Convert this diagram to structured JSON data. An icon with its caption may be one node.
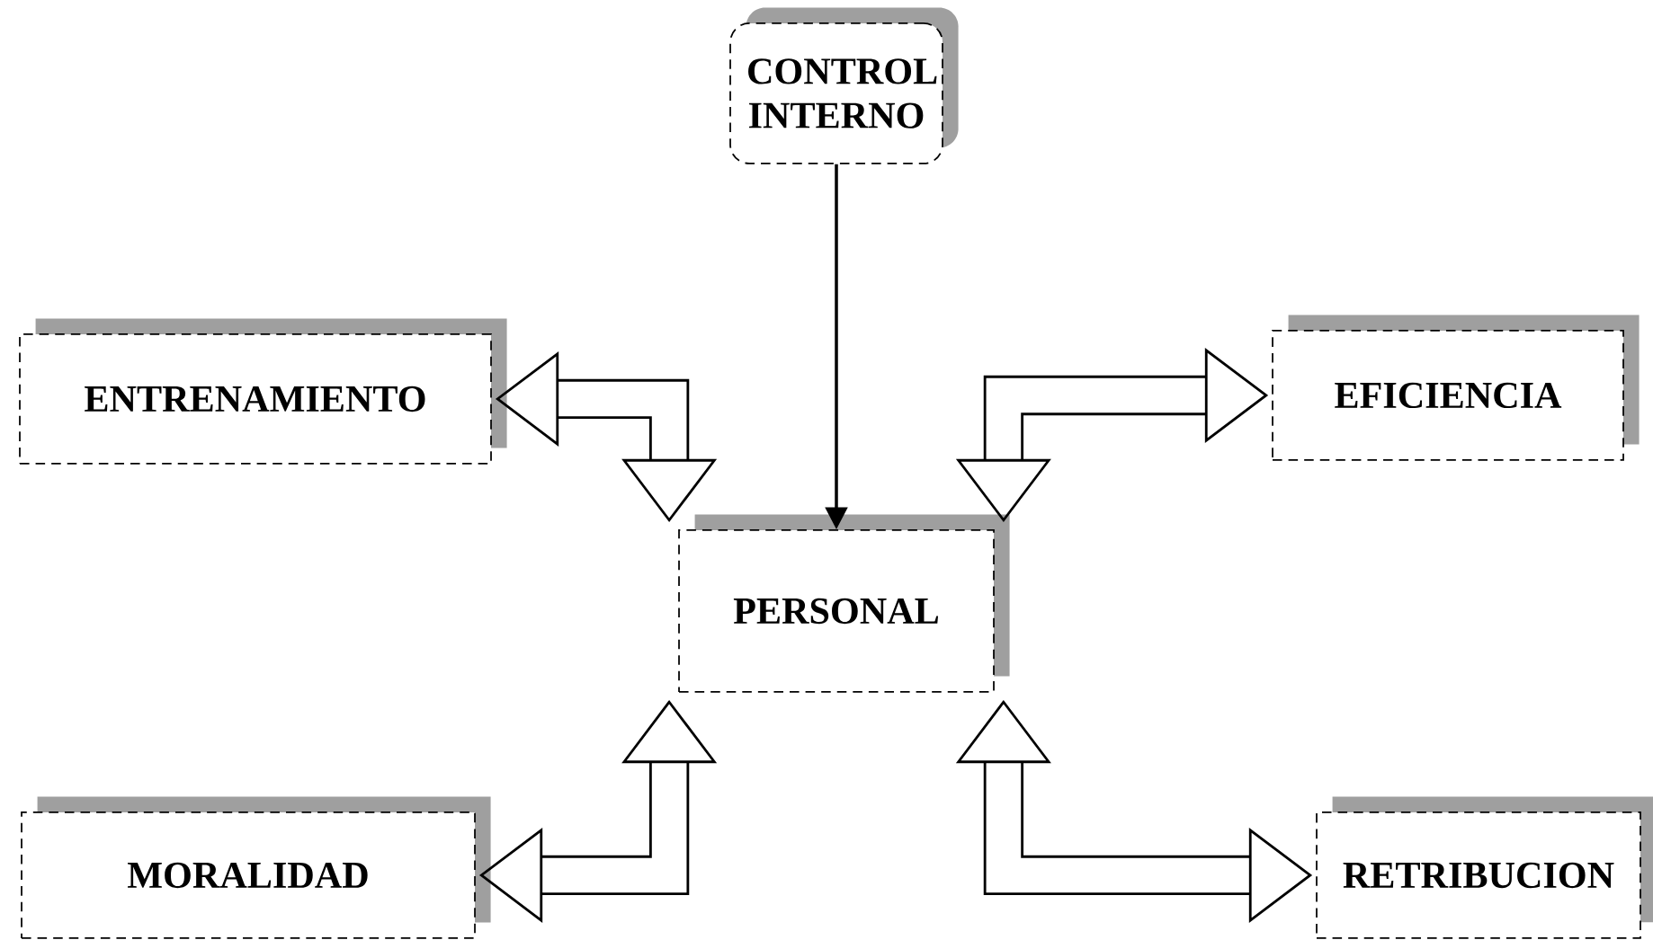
{
  "diagram": {
    "nodes": [
      {
        "text": [
          "CONTROL INTERNO"
        ]
      },
      {
        "text": [
          "ENTRENAMIENTO"
        ]
      },
      {
        "text": [
          "EFICIENCIA"
        ]
      },
      {
        "text": [
          "PERSONAL"
        ]
      },
      {
        "text": [
          "MORALIDAD"
        ]
      },
      {
        "text": [
          "RETRIBUCION"
        ]
      }
    ],
    "edges": [
      {
        "from": 0,
        "to": 3,
        "arrow": "to"
      },
      {
        "from": 1,
        "to": 3,
        "arrow": "both"
      },
      {
        "from": 2,
        "to": 3,
        "arrow": "both"
      },
      {
        "from": 4,
        "to": 3,
        "arrow": "both"
      },
      {
        "from": 5,
        "to": 3,
        "arrow": "both"
      }
    ]
  }
}
